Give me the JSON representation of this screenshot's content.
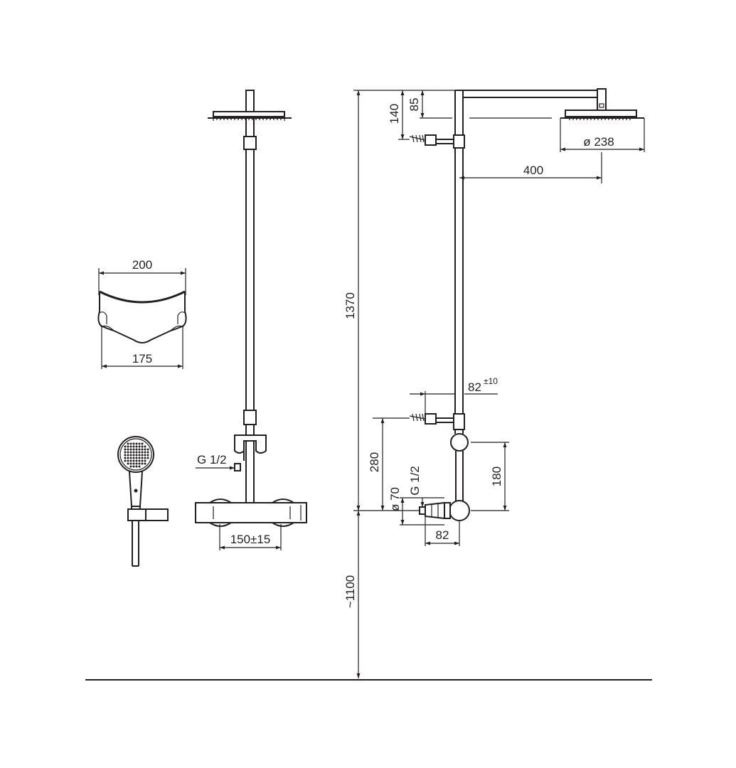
{
  "dimensions": {
    "head_width": "200",
    "head_base_width": "175",
    "inlet_thread_front": "G 1/2",
    "inlet_spacing": "150±15",
    "total_height": "1370",
    "top_offset_85": "85",
    "top_offset_140": "140",
    "head_diameter": "ø 238",
    "arm_reach": "400",
    "wall_distance": "82",
    "wall_distance_tolerance": "±10",
    "bracket_height": "280",
    "lower_height": "180",
    "inlet_thread_side": "G 1/2",
    "cover_diameter": "ø 70",
    "valve_depth": "82",
    "floor_height": "~1100"
  },
  "colors": {
    "line": "#231f20",
    "background": "#ffffff"
  }
}
